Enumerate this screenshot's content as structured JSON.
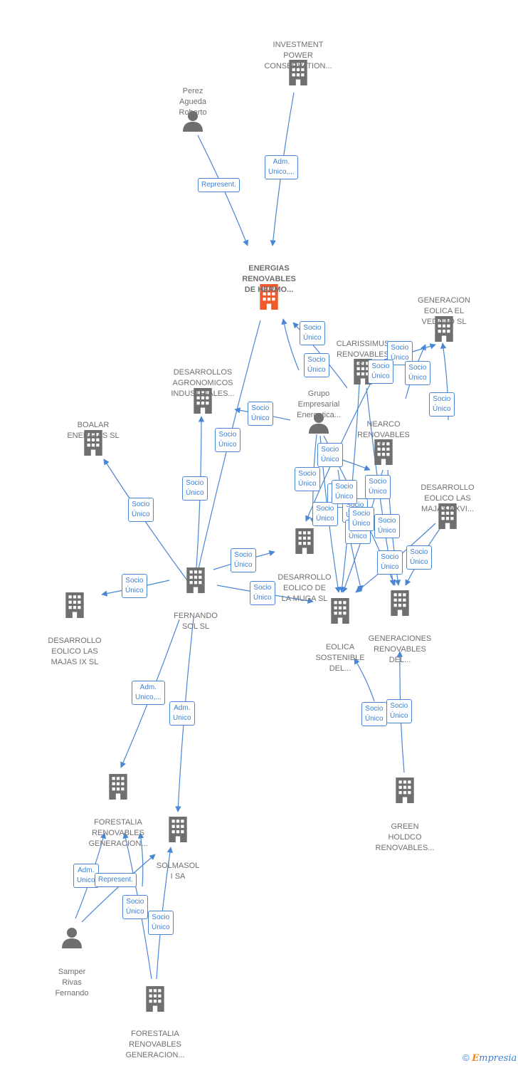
{
  "colors": {
    "company": "#6f6f6f",
    "focus": "#f05a28",
    "edge": "#4a86d4",
    "label_text": "#3d7fd2"
  },
  "nodes": [
    {
      "id": "investment",
      "type": "company",
      "label": "INVESTMENT\nPOWER\nCONSERVATION..."
    },
    {
      "id": "perez",
      "type": "person",
      "label": "Perez\nAgueda\nRoberto"
    },
    {
      "id": "energias",
      "type": "company",
      "focus": true,
      "label": "ENERGIAS\nRENOVABLES\nDE HERMO..."
    },
    {
      "id": "generacion_vedado",
      "type": "company",
      "label": "GENERACION\nEOLICA EL\nVEDADO SL"
    },
    {
      "id": "clarissimus",
      "type": "company",
      "label": "CLARISSIMUS\nRENOVABLES\nSL"
    },
    {
      "id": "grupo",
      "type": "person",
      "label": "Grupo\nEmpresarial\nEnergetica..."
    },
    {
      "id": "desarrollos_agro",
      "type": "company",
      "label": "DESARROLLOS\nAGRONOMICOS\nINDUSTRIALES..."
    },
    {
      "id": "boalar",
      "type": "company",
      "label": "BOALAR\nENERGIAS  SL"
    },
    {
      "id": "nearco",
      "type": "company",
      "label": "NEARCO\nRENOVABLES\nSL"
    },
    {
      "id": "majas_xxvi",
      "type": "company",
      "label": "DESARROLLO\nEOLICO LAS\nMAJAS XXVI..."
    },
    {
      "id": "la_muga",
      "type": "company",
      "label": "DESARROLLO\nEOLICO DE\nLA MUGA SL"
    },
    {
      "id": "fernando",
      "type": "company",
      "label": "FERNANDO\nSOL SL"
    },
    {
      "id": "majas_ix",
      "type": "company",
      "label": "DESARROLLO\nEOLICO LAS\nMAJAS IX  SL"
    },
    {
      "id": "eolica_sostenible",
      "type": "company",
      "label": "EOLICA\nSOSTENIBLE\nDEL..."
    },
    {
      "id": "generaciones_renov",
      "type": "company",
      "label": "GENERACIONES\nRENOVABLES\nDEL..."
    },
    {
      "id": "forestalia1",
      "type": "company",
      "label": "FORESTALIA\nRENOVABLES\nGENERACION..."
    },
    {
      "id": "green_holdco",
      "type": "company",
      "label": "GREEN\nHOLDCO\nRENOVABLES..."
    },
    {
      "id": "solmasol",
      "type": "company",
      "label": "SOLMASOL\nI SA"
    },
    {
      "id": "samper",
      "type": "person",
      "label": "Samper\nRivas\nFernando"
    },
    {
      "id": "forestalia2",
      "type": "company",
      "label": "FORESTALIA\nRENOVABLES\nGENERACION..."
    }
  ],
  "edge_labels": [
    {
      "id": "e1",
      "text": "Adm.\nUnico,..."
    },
    {
      "id": "e2",
      "text": "Represent."
    },
    {
      "id": "e3",
      "text": "Socio\nÚnico"
    },
    {
      "id": "e4",
      "text": "Socio\nÚnico"
    },
    {
      "id": "e5",
      "text": "Socio\nÚnico"
    },
    {
      "id": "e6",
      "text": "Socio\nÚnico"
    },
    {
      "id": "e7",
      "text": "Socio\nÚnico"
    },
    {
      "id": "e8",
      "text": "Socio\nÚnico"
    },
    {
      "id": "e9",
      "text": "Socio\nÚnico"
    },
    {
      "id": "e10",
      "text": "Socio\nÚnico"
    },
    {
      "id": "e11",
      "text": "Socio\nÚnico"
    },
    {
      "id": "e12",
      "text": "Socio\nÚnico"
    },
    {
      "id": "e13",
      "text": "Socio\nÚnico"
    },
    {
      "id": "e14",
      "text": "Socio\nÚnico"
    },
    {
      "id": "e15",
      "text": "Socio\nÚnico"
    },
    {
      "id": "e16",
      "text": "Socio\nÚnico"
    },
    {
      "id": "e17",
      "text": "Socio\nÚnico"
    },
    {
      "id": "e18",
      "text": "Socio\nÚnico"
    },
    {
      "id": "e19",
      "text": "Socio\nÚnico"
    },
    {
      "id": "e20",
      "text": "Socio\nÚnico"
    },
    {
      "id": "e21",
      "text": "Socio\nÚnico"
    },
    {
      "id": "e22",
      "text": "Socio\nÚnico"
    },
    {
      "id": "e23",
      "text": "Socio\nÚnico"
    },
    {
      "id": "e24",
      "text": "Socio\nÚnico"
    },
    {
      "id": "e25",
      "text": "Socio\nÚnico"
    },
    {
      "id": "e26",
      "text": "Socio\nÚnico"
    },
    {
      "id": "e27",
      "text": "Socio\nÚnico"
    },
    {
      "id": "e28",
      "text": "Adm.\nUnico,..."
    },
    {
      "id": "e29",
      "text": "Adm.\nUnico"
    },
    {
      "id": "e30",
      "text": "Socio\nÚnico"
    },
    {
      "id": "e31",
      "text": "Socio\nÚnico"
    },
    {
      "id": "e32",
      "text": "Adm.\nUnico"
    },
    {
      "id": "e33",
      "text": "Represent."
    },
    {
      "id": "e34",
      "text": "Socio\nÚnico"
    },
    {
      "id": "e35",
      "text": "Socio\nÚnico"
    }
  ],
  "footer": {
    "copyright": "©",
    "brand_initial": "E",
    "brand_rest": "mpresia"
  }
}
